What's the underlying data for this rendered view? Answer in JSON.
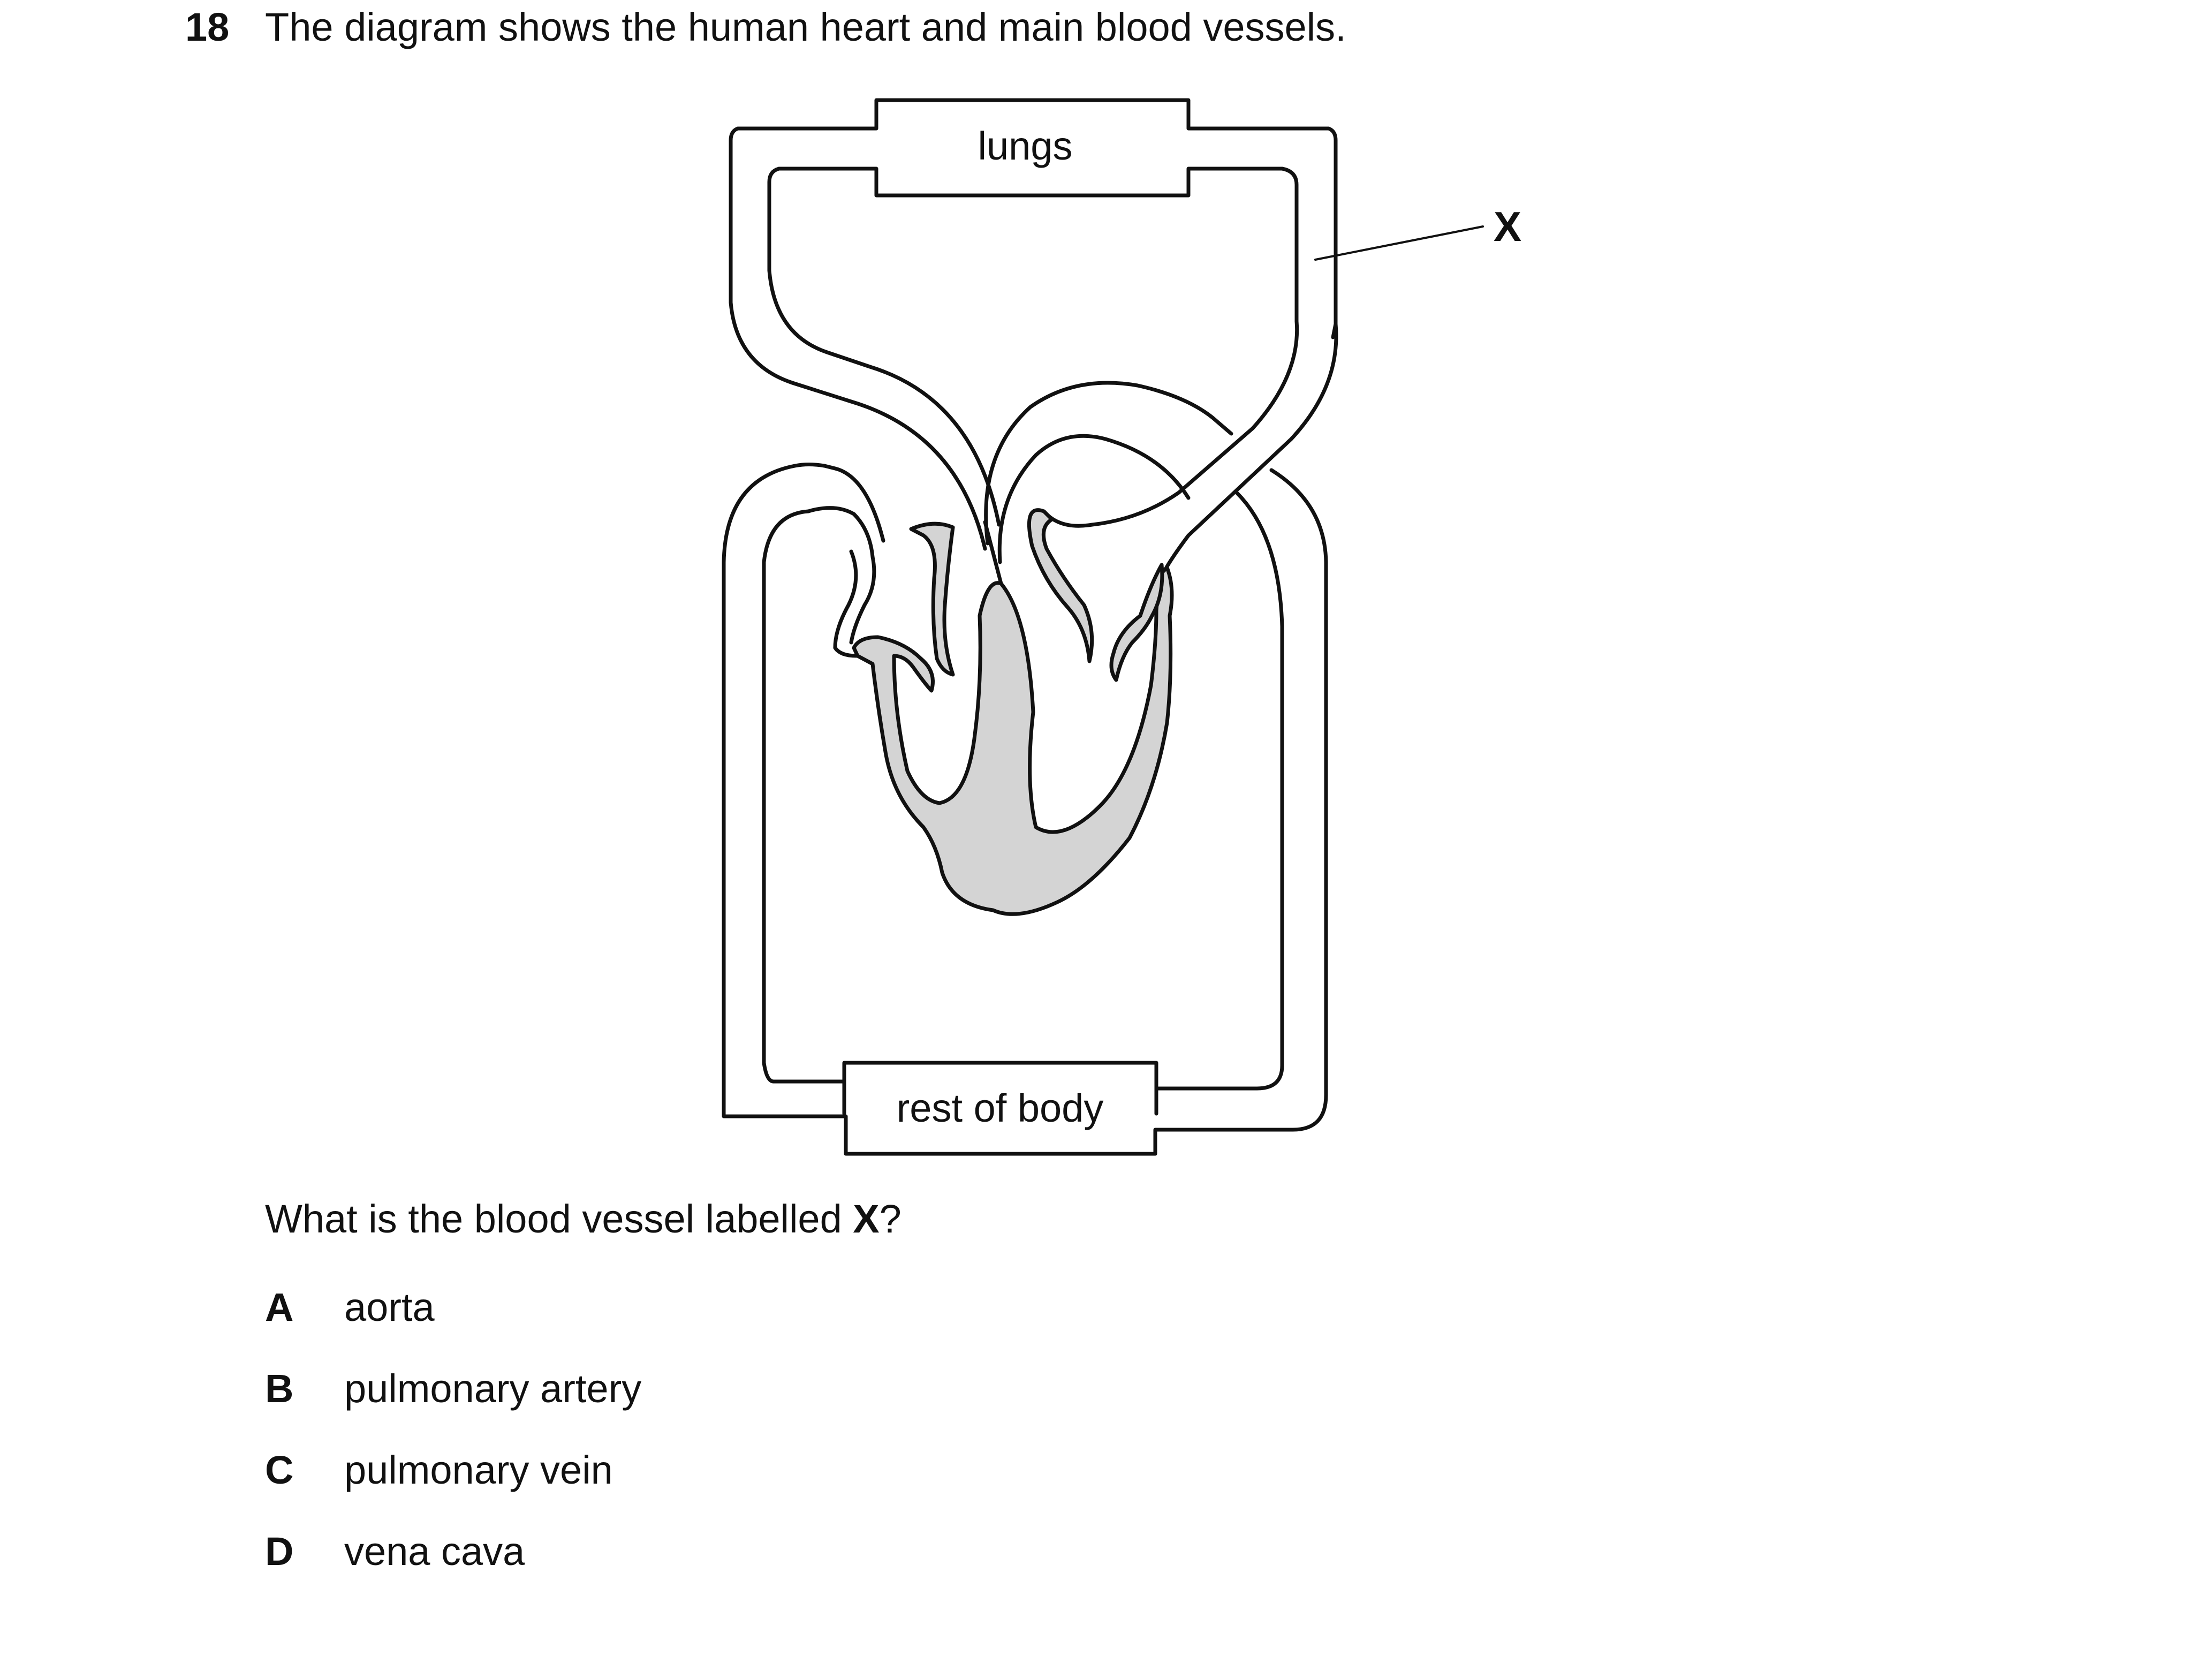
{
  "question": {
    "number": "18",
    "stem": "The diagram shows the human heart and main blood vessels.",
    "prompt_before": "What is the blood vessel labelled ",
    "prompt_bold": "X",
    "prompt_after": "?"
  },
  "diagram": {
    "top_label": "lungs",
    "bottom_label": "rest of body",
    "pointer_label": "X"
  },
  "options": [
    {
      "letter": "A",
      "text": "aorta"
    },
    {
      "letter": "B",
      "text": "pulmonary artery"
    },
    {
      "letter": "C",
      "text": "pulmonary vein"
    },
    {
      "letter": "D",
      "text": "vena cava"
    }
  ],
  "colors": {
    "outline": "#111111",
    "heart_muscle": "#d4d4d4",
    "background": "#ffffff"
  }
}
